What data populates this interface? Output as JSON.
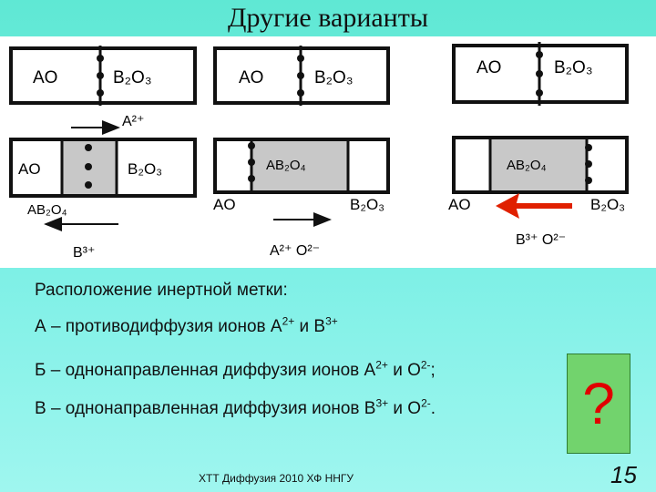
{
  "title": "Другие варианты",
  "diagram": {
    "ao": "AO",
    "b2o3": "B₂O₃",
    "ab2o4": "AB₂O₄",
    "a2plus": "A²⁺",
    "b3plus": "B³⁺",
    "a2_o2": "A²⁺ O²⁻",
    "b3_o2": "B³⁺ O²⁻"
  },
  "caption": {
    "line1": "Расположение инертной метки:",
    "a_prefix": "А – противодиффузия ионов А",
    "a_sup1": "2+",
    "a_mid": " и В",
    "a_sup2": "3+",
    "b_prefix": "Б – однонаправленная диффузия ионов А",
    "b_sup1": "2+",
    "b_mid": " и О",
    "b_sup2": "2-",
    "b_end": ";",
    "c_prefix": "В – однонаправленная диффузия ионов В",
    "c_sup1": "3+",
    "c_mid": " и О",
    "c_sup2": "2-",
    "c_end": "."
  },
  "question_mark": "?",
  "footer": "ХТТ Диффузия 2010 ХФ ННГУ",
  "page_number": "15",
  "colors": {
    "arrow_red": "#e02000",
    "product_gray": "#c8c8c8",
    "question_box": "#72d36d"
  }
}
